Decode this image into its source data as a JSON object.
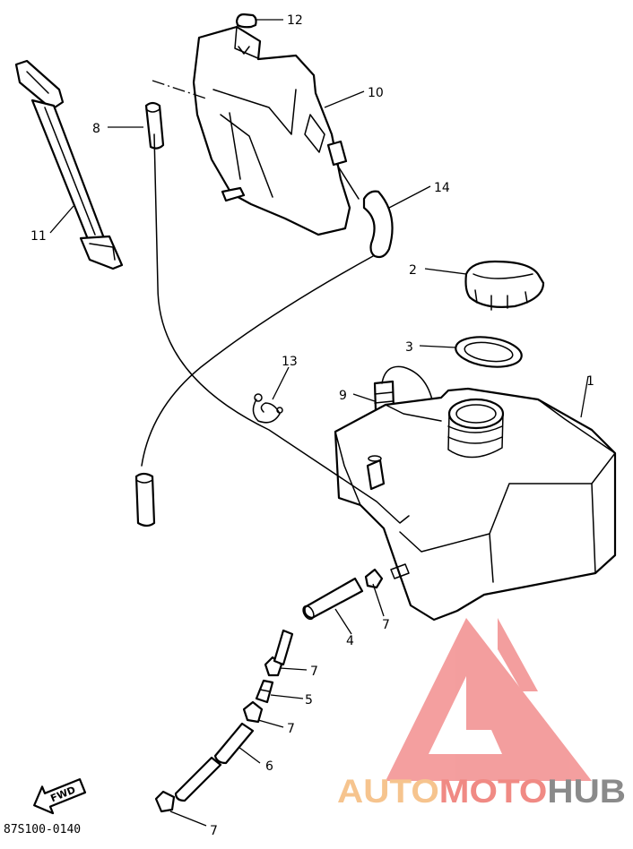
{
  "callouts": {
    "c1": "1",
    "c2": "2",
    "c3": "3",
    "c4": "4",
    "c5": "5",
    "c6": "6",
    "c7a": "7",
    "c7b": "7",
    "c7c": "7",
    "c7d": "7",
    "c8": "8",
    "c9": "9",
    "c10": "10",
    "c11": "11",
    "c12": "12",
    "c13": "13",
    "c14": "14"
  },
  "diagram_code": "87S100-0140",
  "fwd_label": "FWD",
  "watermark": {
    "part1": "AUTO",
    "part2": "MOTO",
    "part3": "HUB",
    "colors": {
      "auto": "#f6c48e",
      "moto": "#f08a84",
      "hub": "#8a8a8a",
      "logo": "#f28e8e"
    }
  }
}
